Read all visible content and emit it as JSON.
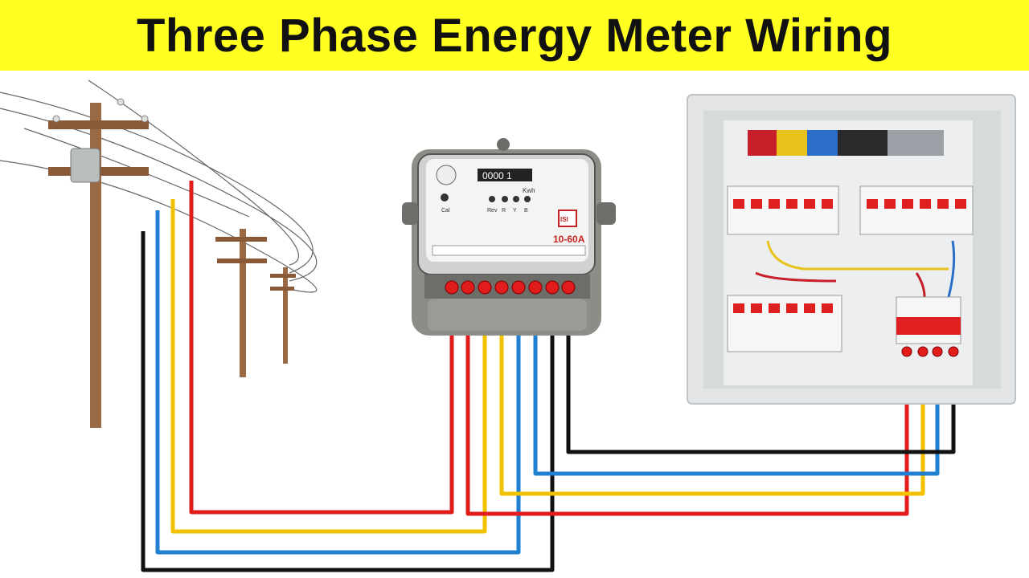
{
  "title": "Three Phase Energy Meter Wiring",
  "meter": {
    "reading": "0000 1",
    "unit_label": "Kwh",
    "rating": "10-60A",
    "cal_label": "Cal",
    "rev_label": "Rev",
    "phase_labels": [
      "R",
      "Y",
      "B"
    ],
    "cert_mark": "ISI"
  },
  "wire_colors": {
    "red": "#e21b1b",
    "yellow": "#f2c200",
    "blue": "#1f7fd0",
    "black": "#111111"
  },
  "icons": [
    "utility-pole-icon",
    "energy-meter-icon",
    "distribution-board-icon",
    "mcb-icon"
  ]
}
